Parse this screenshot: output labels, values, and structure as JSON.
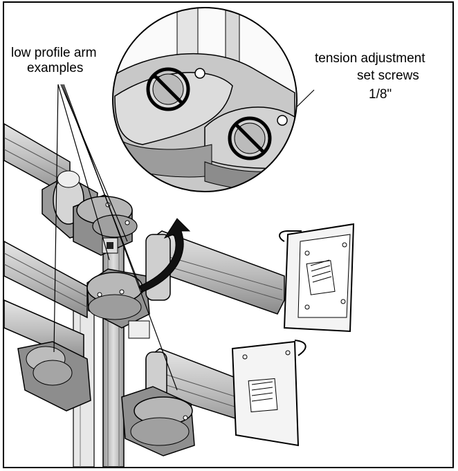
{
  "labels": {
    "arm_line1": "low profile arm",
    "arm_line2": "examples",
    "tension_line1": "tension adjustment",
    "tension_line2": "set screws",
    "tension_line3": "1/8\""
  },
  "icons": [
    "prohibited-icon",
    "rotate-arrow-icon",
    "hex-screw-icon"
  ],
  "colors": {
    "line": "#000000",
    "metal_light": "#d9d9d9",
    "metal_mid": "#a9a9a9",
    "metal_dark": "#6e6e6e",
    "background": "#ffffff"
  }
}
